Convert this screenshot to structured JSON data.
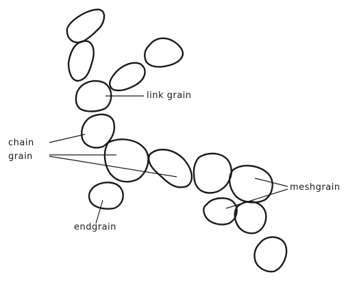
{
  "labels": {
    "link_grain": "link grain",
    "chain": "chain",
    "grain": "grain",
    "meshgrain": "meshgrain",
    "endgrain": "endgrain"
  }
}
